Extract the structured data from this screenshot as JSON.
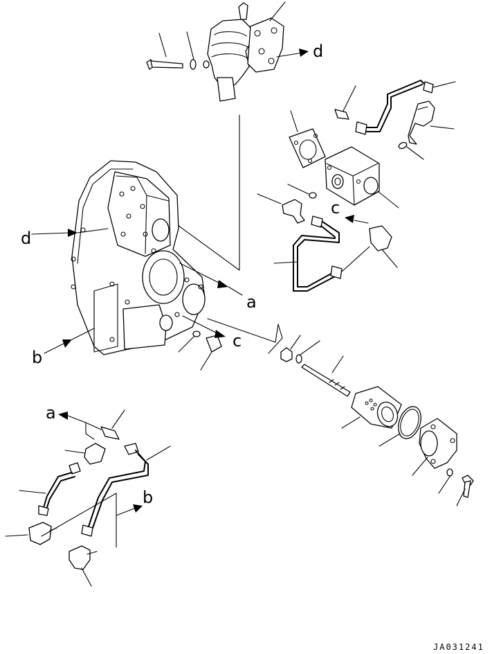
{
  "references": {
    "a": "a",
    "b": "b",
    "c": "c",
    "d": "d"
  },
  "drawing_code": "JA031241"
}
